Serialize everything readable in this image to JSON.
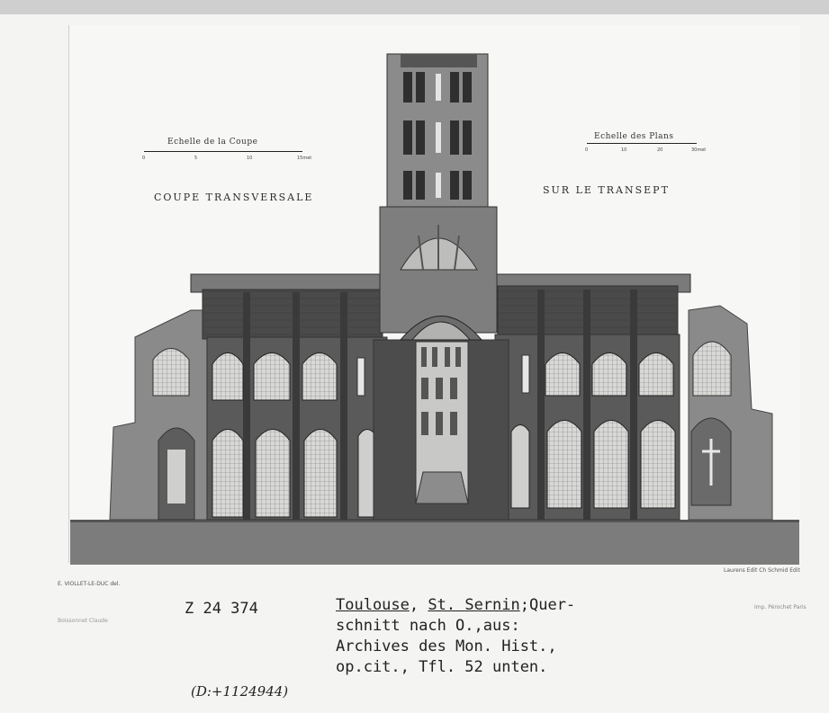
{
  "plate": {
    "scale_section_label": "Echelle de la Coupe",
    "scale_section_ticks": [
      "0",
      "5",
      "10",
      "15met"
    ],
    "scale_plan_label": "Echelle des Plans",
    "scale_plan_ticks": [
      "0",
      "10",
      "20",
      "30met"
    ],
    "title_left": "COUPE TRANSVERSALE",
    "title_right": "SUR LE TRANSEPT",
    "credit_left": "E. VIOLLET-LE-DUC del.",
    "credit_right": "Laurens Edit Ch Schmid Edit",
    "credit_printer": "Imp. Pérochet Paris",
    "credit_engraver": "Boissonnet Claude"
  },
  "label": {
    "archive_number": "Z 24 374",
    "city": "Toulouse",
    "comma": ",",
    "church": "St. Sernin",
    "line1_rest": ";Quer-",
    "line2": "schnitt nach O.,aus:",
    "line3": "Archives des Mon. Hist.,",
    "line4": "op.cit., Tfl. 52 unten.",
    "handwritten_id": "(D:+1124944)"
  }
}
